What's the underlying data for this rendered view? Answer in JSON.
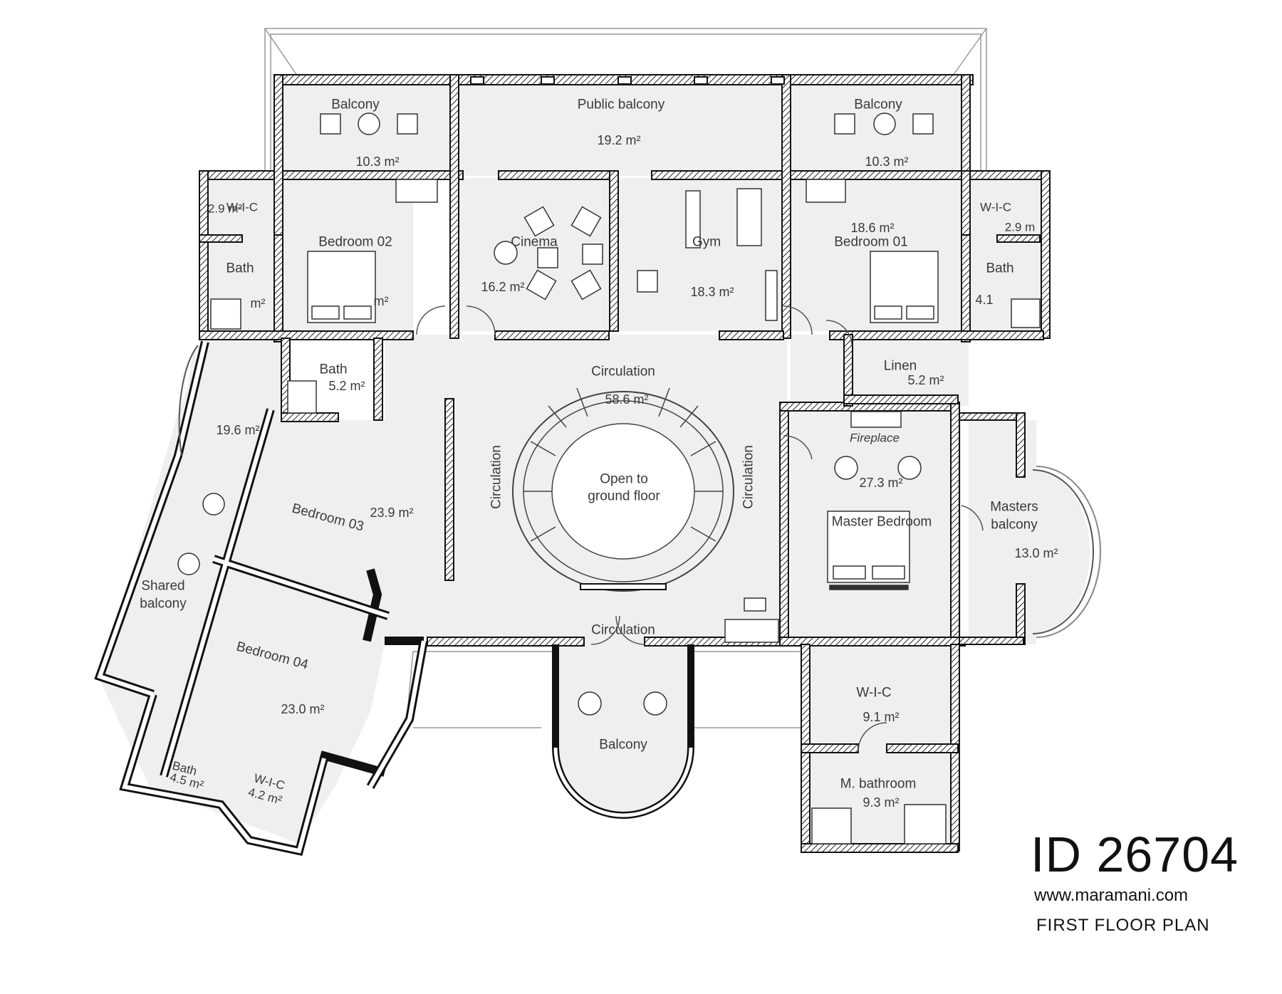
{
  "rooms": {
    "balcony_left": {
      "name": "Balcony",
      "area": "10.3 m²"
    },
    "public_balcony": {
      "name": "Public balcony",
      "area": "19.2 m²"
    },
    "balcony_right": {
      "name": "Balcony",
      "area": "10.3 m²"
    },
    "wic_left": {
      "name": "W-I-C",
      "area": "2.9 m²"
    },
    "bedroom_02": {
      "name": "Bedroom 02",
      "area": "m²"
    },
    "bath_left": {
      "name": "Bath",
      "area": "m²"
    },
    "cinema": {
      "name": "Cinema",
      "area": "16.2 m²"
    },
    "gym": {
      "name": "Gym",
      "area": "18.3 m²"
    },
    "bedroom_01": {
      "name": "Bedroom 01",
      "area": "18.6 m²"
    },
    "wic_right": {
      "name": "W-I-C",
      "area": "2.9 m"
    },
    "bath_right": {
      "name": "Bath",
      "area": "4.1"
    },
    "bath_mid": {
      "name": "Bath",
      "area": "5.2 m²"
    },
    "linen": {
      "name": "Linen",
      "area": "5.2 m²"
    },
    "circulation_top": {
      "name": "Circulation",
      "area": "58.6 m²"
    },
    "circulation_left": {
      "name": "Circulation"
    },
    "circulation_right": {
      "name": "Circulation"
    },
    "circulation_bottom": {
      "name": "Circulation"
    },
    "stair_void": {
      "line1": "Open to",
      "line2": "ground floor"
    },
    "shared_balcony": {
      "line1": "Shared",
      "line2": "balcony",
      "area": "19.6 m²"
    },
    "bedroom_03": {
      "name": "Bedroom 03",
      "area": "23.9 m²"
    },
    "bedroom_04": {
      "name": "Bedroom 04",
      "area": "23.0 m²"
    },
    "bath_lower": {
      "name": "Bath",
      "area": "4.5 m²"
    },
    "wic_lower": {
      "name": "W-I-C",
      "area": "4.2 m²"
    },
    "fireplace": {
      "name": "Fireplace"
    },
    "master_bedroom": {
      "name": "Master Bedroom",
      "area": "27.3 m²"
    },
    "masters_balcony": {
      "line1": "Masters",
      "line2": "balcony",
      "area": "13.0 m²"
    },
    "wic_master": {
      "name": "W-I-C",
      "area": "9.1 m²"
    },
    "m_bathroom": {
      "name": "M. bathroom",
      "area": "9.3 m²"
    },
    "balcony_bottom": {
      "name": "Balcony"
    }
  },
  "footer": {
    "id": "ID 26704",
    "website": "www.maramani.com",
    "title": "FIRST FLOOR PLAN"
  }
}
